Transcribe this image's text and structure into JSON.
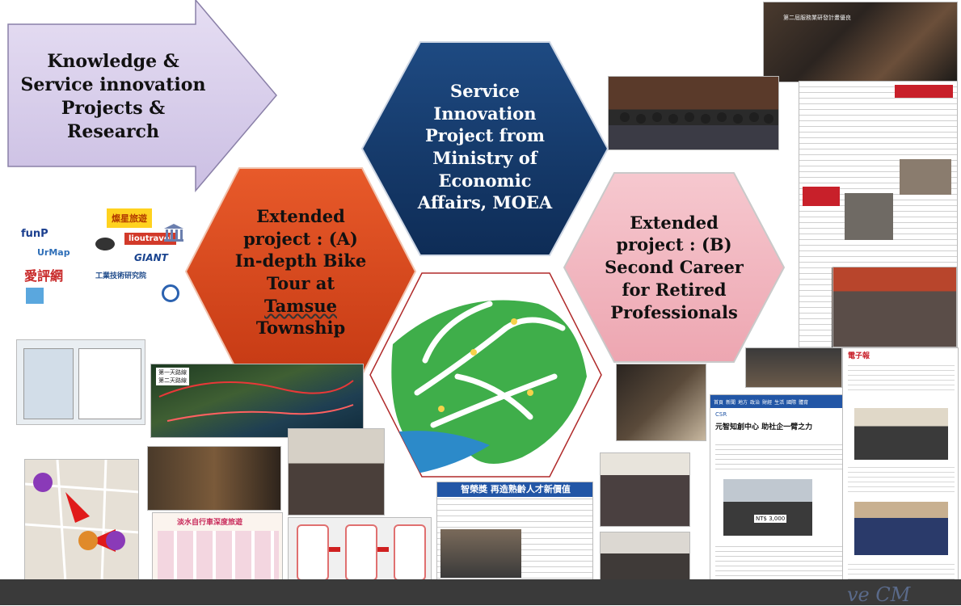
{
  "arrow": {
    "text": "Knowledge & Service innovation Projects & Research"
  },
  "center_hex": {
    "text": "Service Innovation Project from Ministry of Economic Affairs, MOEA"
  },
  "left_hex": {
    "text_main": "Extended project : (A) In-depth Bike Tour at",
    "text_underlined": "Tamsue",
    "text_end": "Township"
  },
  "right_hex": {
    "text": "Extended project : (B) Second Career for Retired Professionals"
  },
  "logos": {
    "funp": "funP",
    "urmap": "UrMap",
    "giant": "GIANT",
    "lion": "lioutravel",
    "itri": "工業技術研究院",
    "review": "愛評網",
    "stars": "燦星旅遊"
  },
  "news": {
    "headline_center": "智榮獎 再造熟齡人才新價值",
    "article_title": "元智知創中心 助社企一臂之力",
    "article_menu": [
      "首頁",
      "新聞",
      "地方",
      "政治",
      "財經",
      "生活",
      "國際",
      "體育"
    ],
    "article_tag": "CSR",
    "card_text": "NT$ 3,000",
    "electronic_header": "電子報",
    "top_clip_title": "第二屆服務業研發計畫優良",
    "bike_banner": "淡水自行車深度旅遊",
    "map_legend": [
      "第一天路線",
      "第二天路線"
    ]
  },
  "footer": {
    "text": "ve CM"
  },
  "colors": {
    "arrow_fill": "#d9d0ec",
    "center_hex": "#123a6e",
    "left_hex": "#d84a1e",
    "right_hex": "#f3b8c0",
    "map_green": "#3fae4a"
  }
}
